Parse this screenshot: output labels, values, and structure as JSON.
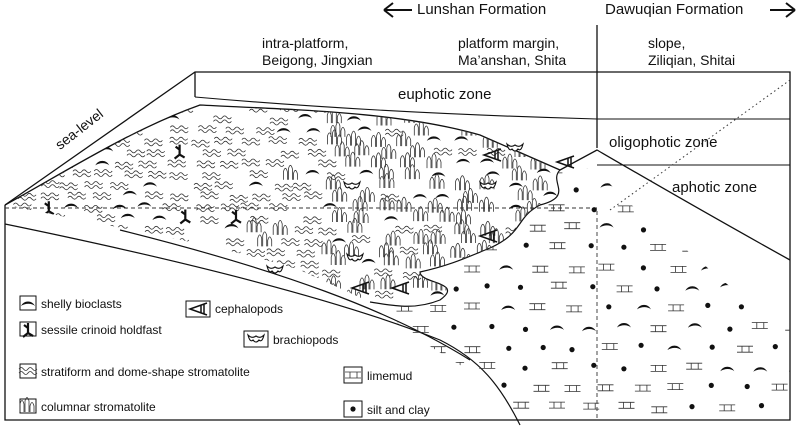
{
  "formations": {
    "left": "Lunshan Formation",
    "right": "Dawuqian Formation"
  },
  "settings": [
    {
      "line1": "intra-platform,",
      "line2": "Beigong, Jingxian"
    },
    {
      "line1": "platform margin,",
      "line2": "Ma’anshan, Shita"
    },
    {
      "line1": "slope,",
      "line2": "Ziliqian, Shitai"
    }
  ],
  "zones": {
    "euphotic": "euphotic zone",
    "oligophotic": "oligophotic zone",
    "aphotic": "aphotic zone"
  },
  "sea_level": "sea-level",
  "legend": {
    "shelly": "shelly bioclasts",
    "cephalopods": "cephalopods",
    "crinoid": "sessile crinoid holdfast",
    "brachiopods": "brachiopods",
    "stratiform": "stratiform and dome-shape stromatolite",
    "limemud": "limemud",
    "columnar": "columnar stromatolite",
    "silt": "silt and clay"
  }
}
